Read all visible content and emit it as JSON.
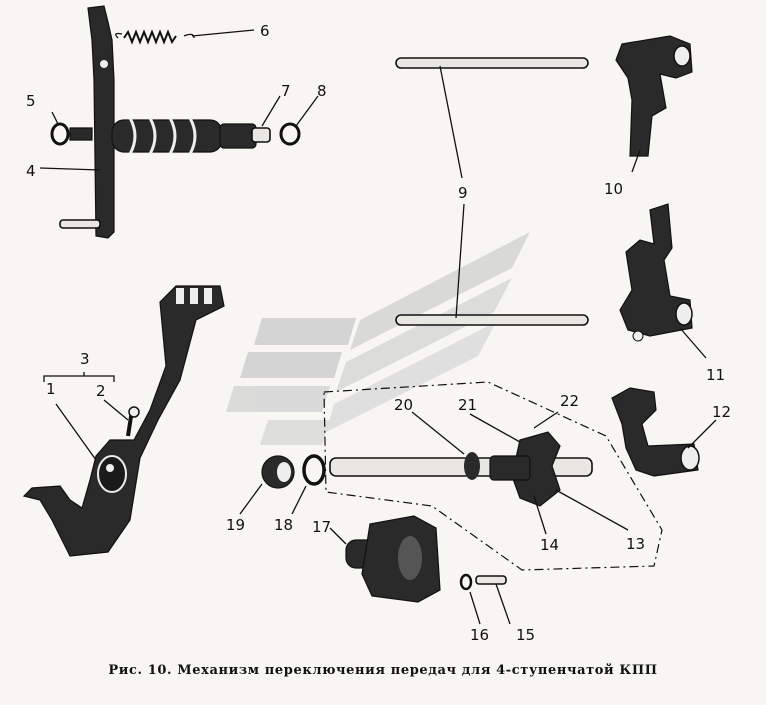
{
  "caption": "Рис. 10. Механизм переключения передач для 4-ступенчатой КПП",
  "labels": [
    "1",
    "2",
    "3",
    "4",
    "5",
    "6",
    "7",
    "8",
    "9",
    "10",
    "11",
    "12",
    "13",
    "14",
    "15",
    "16",
    "17",
    "18",
    "19",
    "20",
    "21",
    "22"
  ],
  "watermark": {
    "colors": [
      "#c9c9c9",
      "#dcdcdc"
    ]
  }
}
